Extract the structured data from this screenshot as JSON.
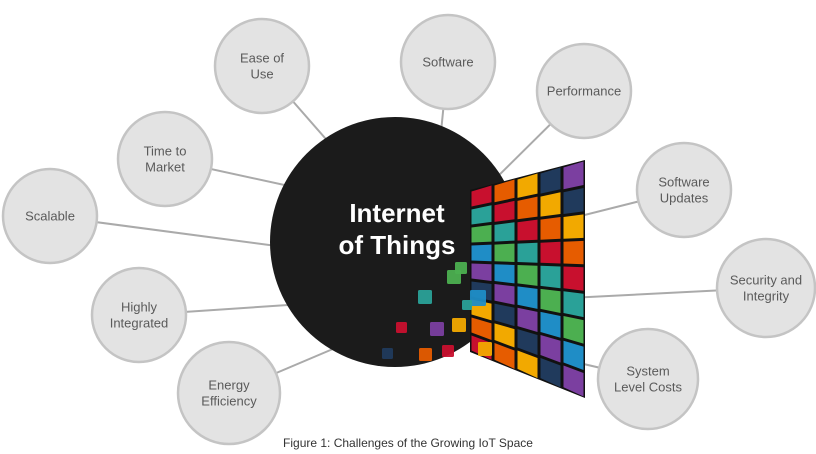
{
  "diagram": {
    "hub": {
      "lines": [
        "Internet",
        "of Things"
      ]
    },
    "nodes": [
      {
        "id": "ease-of-use",
        "lines": [
          "Ease of",
          "Use"
        ]
      },
      {
        "id": "software",
        "lines": [
          "Software"
        ]
      },
      {
        "id": "performance",
        "lines": [
          "Performance"
        ]
      },
      {
        "id": "time-to-market",
        "lines": [
          "Time to",
          "Market"
        ]
      },
      {
        "id": "software-updates",
        "lines": [
          "Software",
          "Updates"
        ]
      },
      {
        "id": "scalable",
        "lines": [
          "Scalable"
        ]
      },
      {
        "id": "security-and-integrity",
        "lines": [
          "Security and",
          "Integrity"
        ]
      },
      {
        "id": "highly-integrated",
        "lines": [
          "Highly",
          "Integrated"
        ]
      },
      {
        "id": "system-level-costs",
        "lines": [
          "System",
          "Level Costs"
        ]
      },
      {
        "id": "energy-efficiency",
        "lines": [
          "Energy",
          "Efficiency"
        ]
      }
    ]
  },
  "colors": {
    "bubble_fill": "#e3e3e3",
    "bubble_stroke": "#c4c4c4",
    "connector": "#aaaaaa",
    "hub_fill": "#1b1b1b",
    "hub_text": "#ffffff",
    "tiles": [
      "#c8102e",
      "#1f8dc6",
      "#f2a900",
      "#2aa198",
      "#7b3fa0",
      "#e65c00",
      "#4caf50",
      "#203a5c"
    ]
  },
  "caption": "Figure 1: Challenges of the Growing IoT Space"
}
